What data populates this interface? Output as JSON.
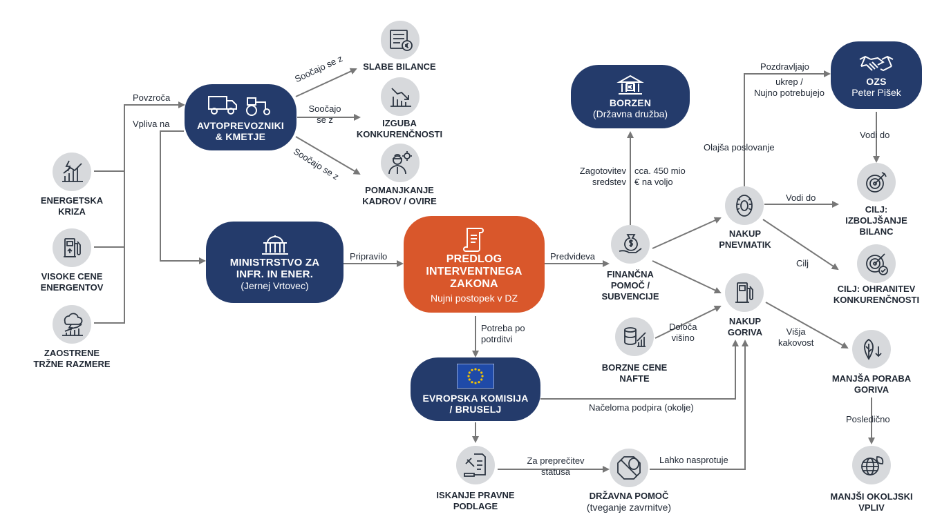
{
  "nodes": {
    "energetska_kriza": {
      "label_1": "ENERGETSKA",
      "label_2": "KRIZA"
    },
    "visoke_cene": {
      "label_1": "VISOKE CENE",
      "label_2": "ENERGENTOV"
    },
    "zaostrene": {
      "label_1": "ZAOSTRENE",
      "label_2": "TRŽNE RAZMERE"
    },
    "avtoprevozniki": {
      "label_1": "AVTOPREVOZNIKI",
      "label_2": "& KMETJE"
    },
    "slabe_bilance": {
      "label": "SLABE BILANCE"
    },
    "izguba": {
      "label_1": "IZGUBA",
      "label_2": "KONKURENČNOSTI"
    },
    "pomanjkanje": {
      "label_1": "POMANJKANJE",
      "label_2": "KADROV / OVIRE"
    },
    "ministrstvo": {
      "label_1": "MINISTRSTVO ZA",
      "label_2": "INFR. IN ENER.",
      "sub": "(Jernej Vrtovec)"
    },
    "predlog": {
      "label_1": "PREDLOG",
      "label_2": "INTERVENTNEGA",
      "label_3": "ZAKONA",
      "sub": "Nujni postopek v DZ"
    },
    "evropska": {
      "label_1": "EVROPSKA KOMISIJA",
      "label_2": "/ BRUSELJ"
    },
    "iskanje": {
      "label_1": "ISKANJE PRAVNE",
      "label_2": "PODLAGE"
    },
    "drzavna_pomoc": {
      "label": "DRŽAVNA POMOČ",
      "sub": "(tveganje zavrnitve)"
    },
    "borzen": {
      "label": "BORZEN",
      "sub": "(Državna družba)"
    },
    "financna": {
      "label_1": "FINANČNA",
      "label_2": "POMOČ /",
      "label_3": "SUBVENCIJE"
    },
    "borzne_cene": {
      "label_1": "BORZNE CENE",
      "label_2": "NAFTE"
    },
    "nakup_pnevmatik": {
      "label_1": "NAKUP",
      "label_2": "PNEVMATIK"
    },
    "nakup_goriva": {
      "label_1": "NAKUP",
      "label_2": "GORIVA"
    },
    "ozs": {
      "label": "OZS",
      "sub": "Peter Pišek"
    },
    "cilj_bilanc": {
      "label_1": "CILJ:",
      "label_2": "IZBOLJŠANJE",
      "label_3": "BILANC"
    },
    "cilj_konk": {
      "label_1": "CILJ: OHRANITEV",
      "label_2": "KONKURENČNOSTI"
    },
    "manjsa_poraba": {
      "label_1": "MANJŠA PORABA",
      "label_2": "GORIVA"
    },
    "manjsi_vpliv": {
      "label_1": "MANJŠI OKOLJSKI",
      "label_2": "VPLIV"
    }
  },
  "edges": {
    "povzroca": "Povzroča",
    "vpliva_na": "Vpliva na",
    "socajo_1": "Soočajo se z",
    "socajo_2a": "Soočajo",
    "socajo_2b": "se z",
    "socajo_3": "Soočajo se z",
    "pripravilo": "Pripravilo",
    "predvideva": "Predvideva",
    "potreba_1": "Potreba po",
    "potreba_2": "potrditvi",
    "zagotovitev_1": "Zagotovitev",
    "zagotovitev_2": "sredstev",
    "cca_1": "cca. 450 mio",
    "cca_2": "€ na voljo",
    "doloca_1": "Določa",
    "doloca_2": "višino",
    "naceloma": "Načeloma podpira (okolje)",
    "za_preprecitev_1": "Za preprečitev",
    "za_preprecitev_2": "statusa",
    "lahko": "Lahko nasprotuje",
    "pozdravljajo": "Pozdravljajo",
    "ukrep_1": "ukrep /",
    "ukrep_2": "Nujno potrebujejo",
    "olajsa": "Olajša poslovanje",
    "vodi_do_1": "Vodi do",
    "vodi_do_2": "Vodi do",
    "cilj": "Cilj",
    "visja_1": "Višja",
    "visja_2": "kakovost",
    "posledicno": "Posledično"
  },
  "colors": {
    "navy": "#243b6b",
    "orange": "#d9572b",
    "icon_bg": "#d7d9dc",
    "line": "#777777"
  }
}
